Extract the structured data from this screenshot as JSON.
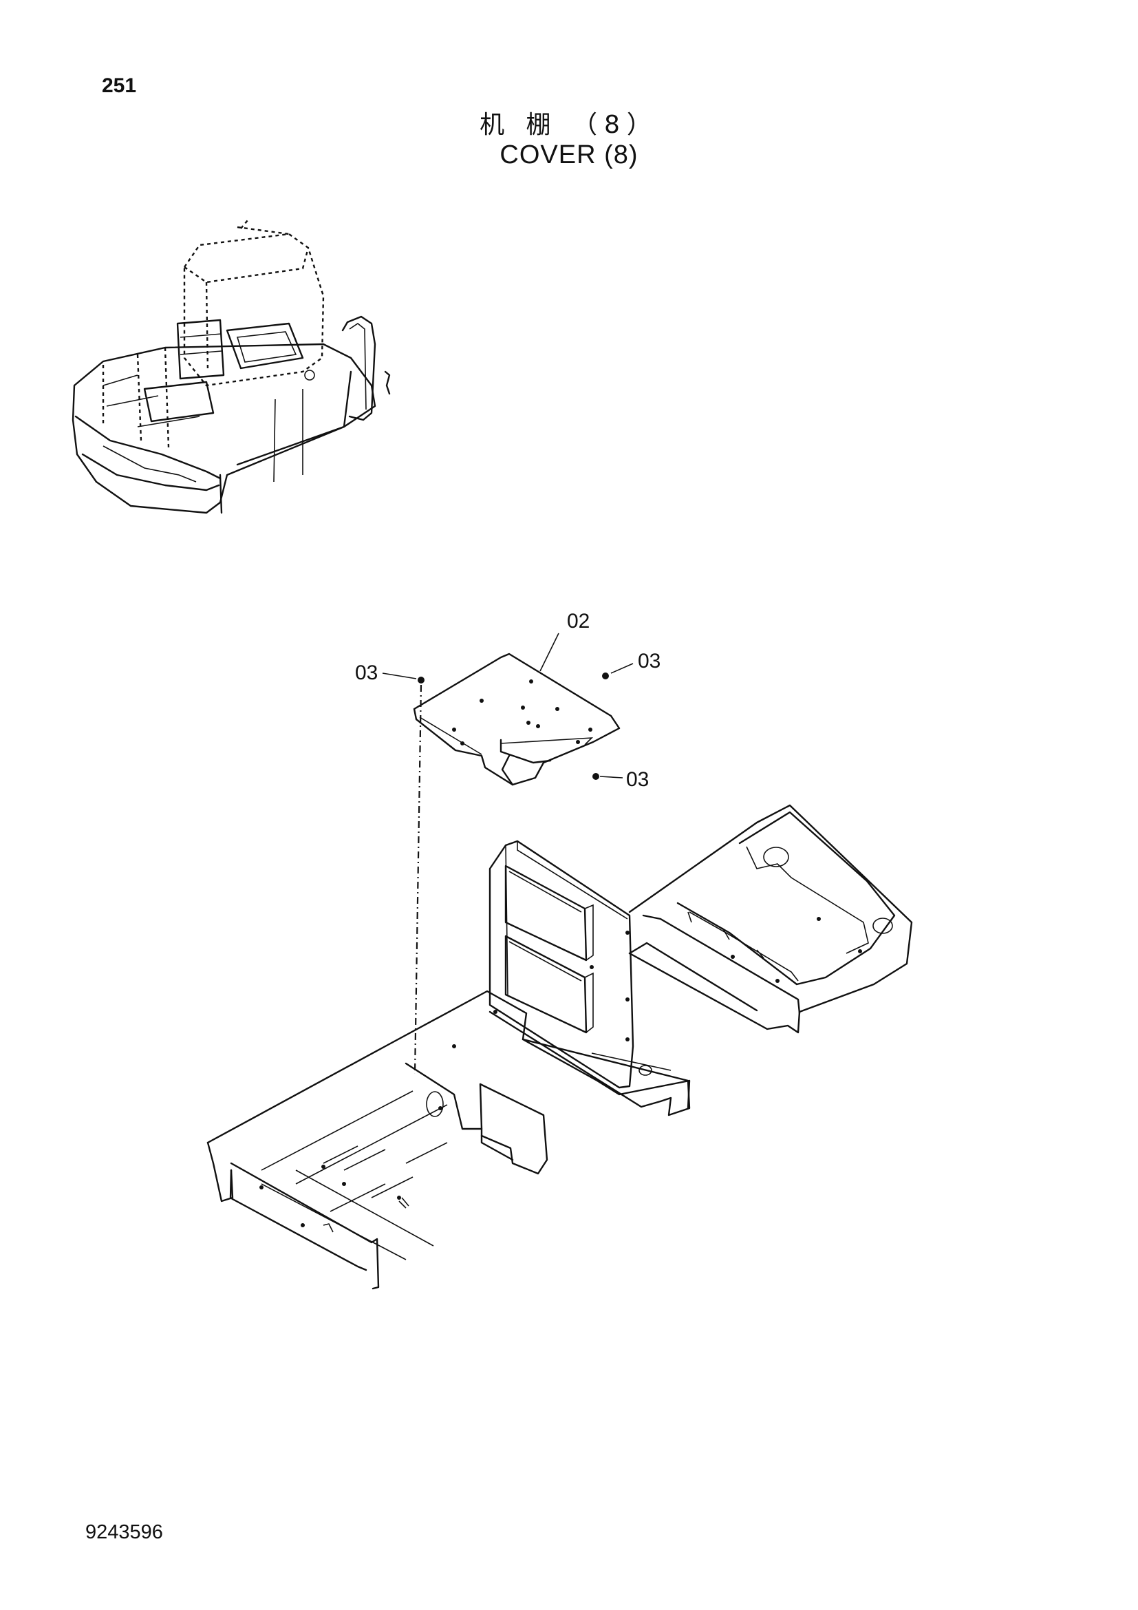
{
  "page_number": "251",
  "title_cn": "机 棚 （8）",
  "title_en": "COVER (8)",
  "callouts": {
    "part_02": "02",
    "part_03_left": "03",
    "part_03_right": "03",
    "part_03_bottom": "03"
  },
  "document_code": "9243596"
}
